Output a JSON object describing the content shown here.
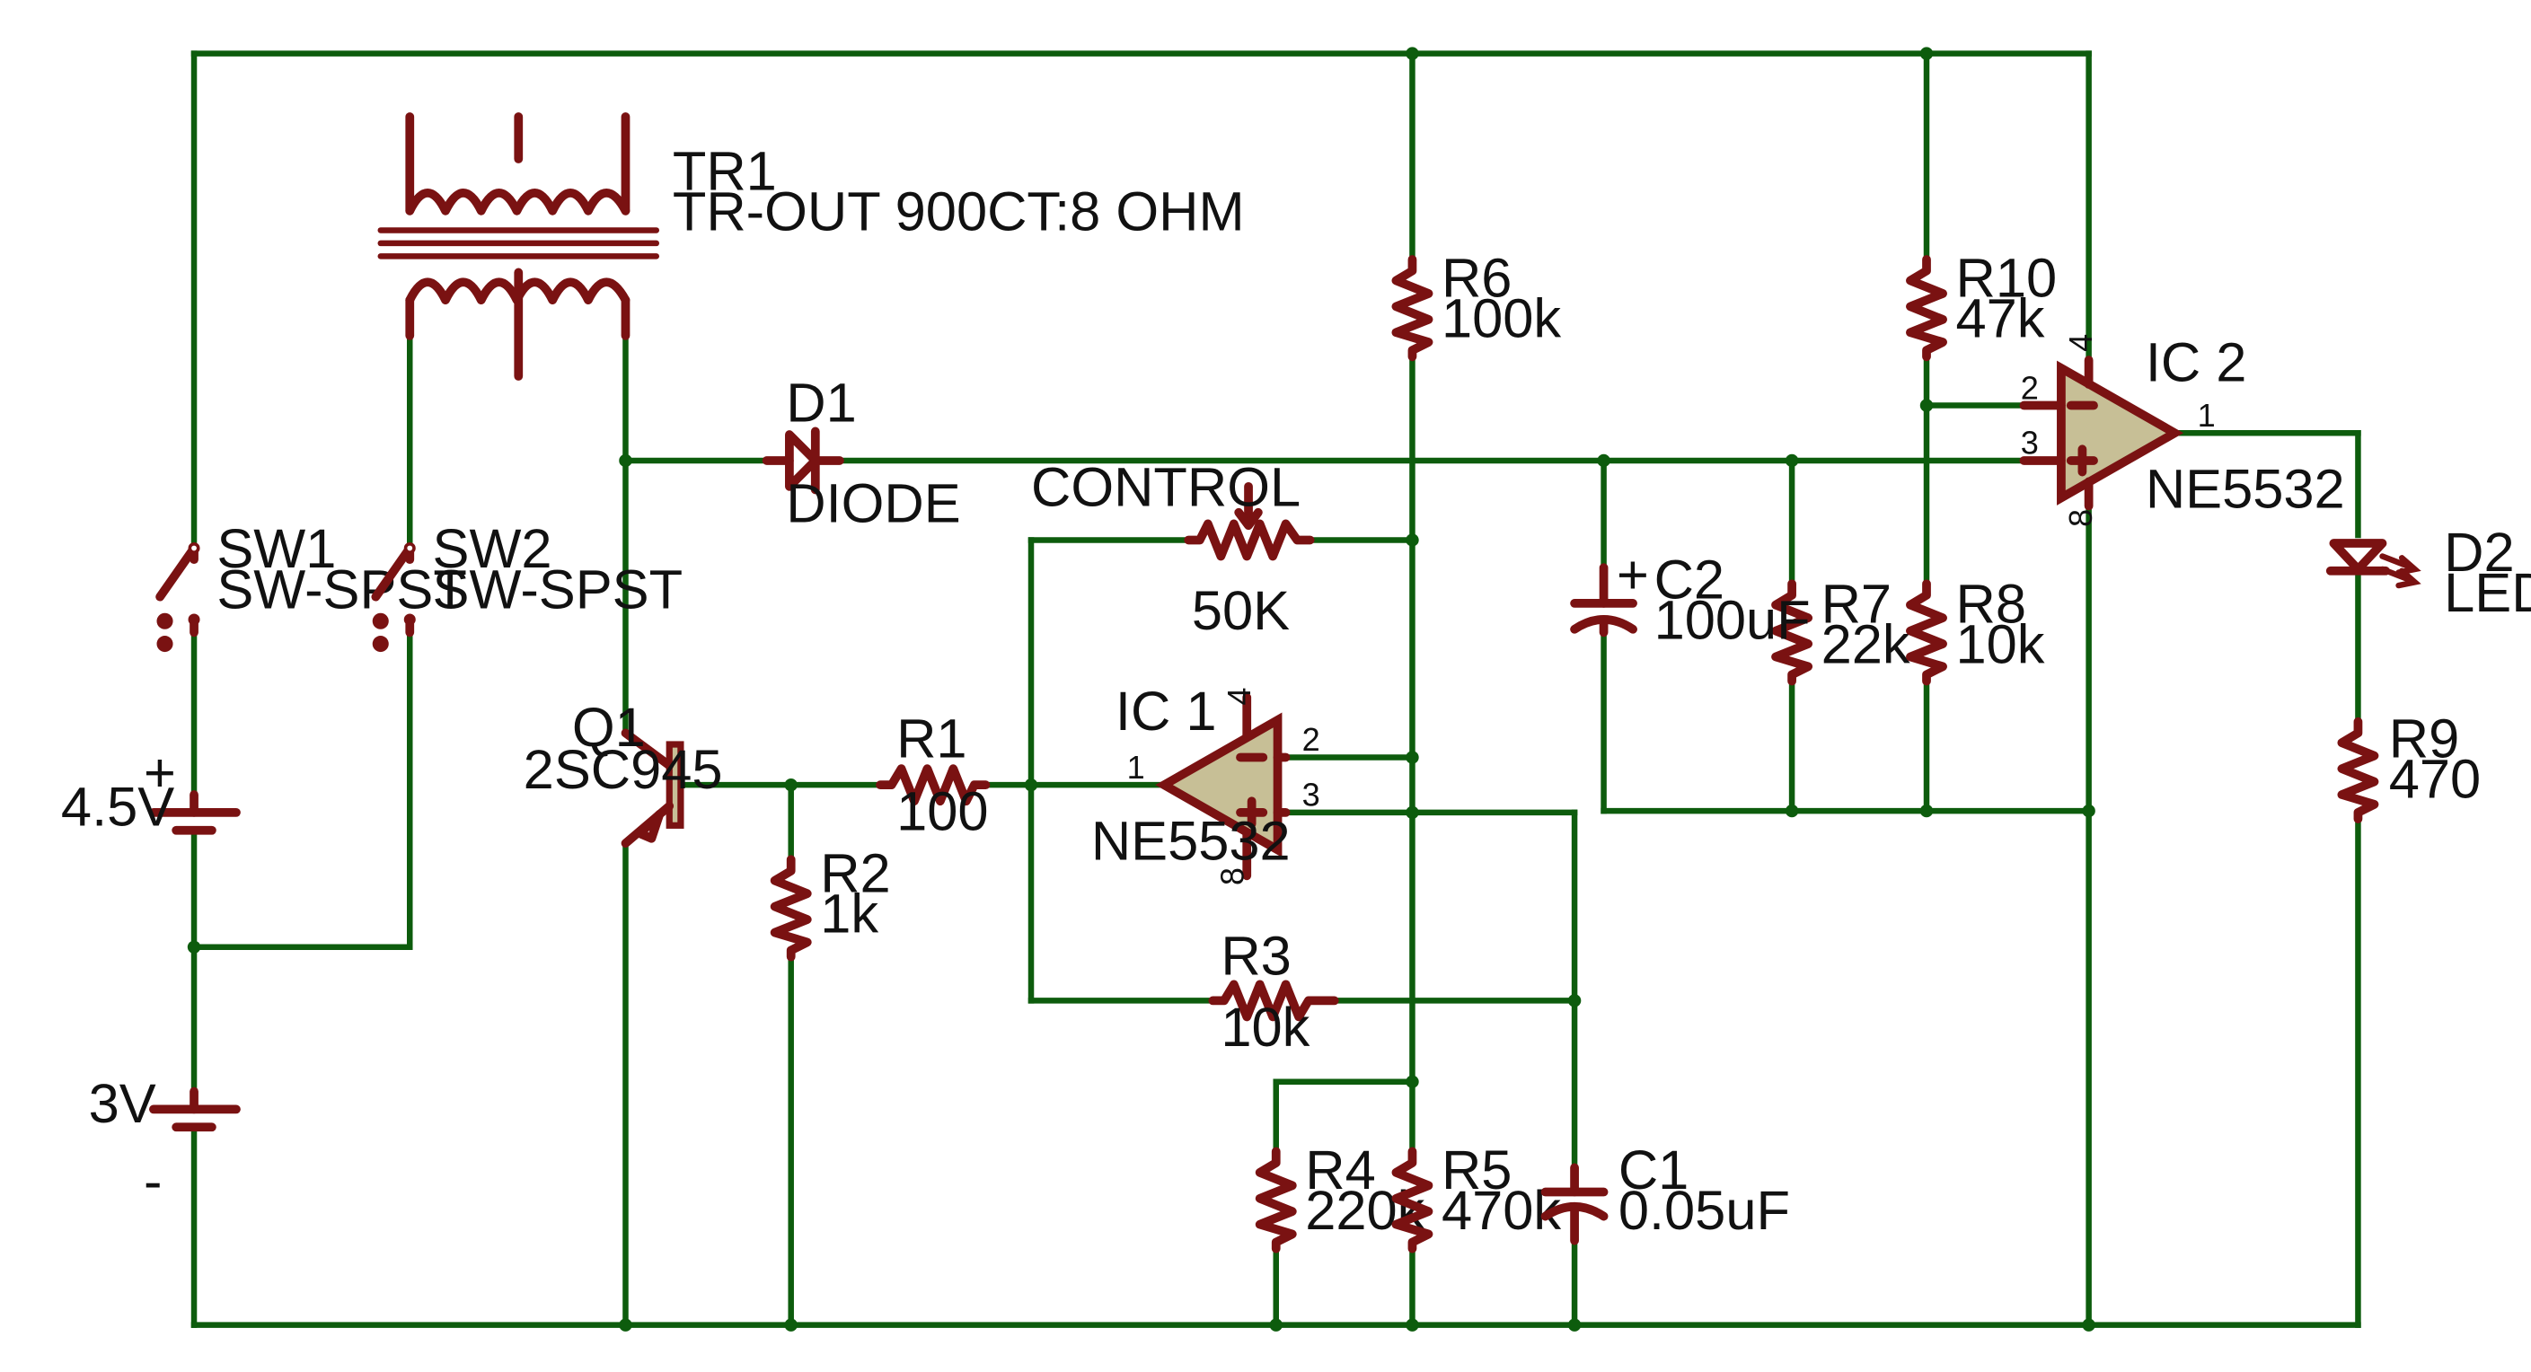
{
  "components": {
    "tr1": {
      "ref": "TR1",
      "value": "TR-OUT 900CT:8 OHM"
    },
    "sw1": {
      "ref": "SW1",
      "value": "SW-SPST"
    },
    "sw2": {
      "ref": "SW2",
      "value": "SW-SPST"
    },
    "d1": {
      "ref": "D1",
      "value": "DIODE"
    },
    "control": {
      "label": "CONTROL",
      "value": "50K"
    },
    "r6": {
      "ref": "R6",
      "value": "100k"
    },
    "r10": {
      "ref": "R10",
      "value": "47k"
    },
    "ic2": {
      "ref": "IC 2",
      "value": "NE5532",
      "pins": {
        "p4": "4",
        "p2": "2",
        "p3": "3",
        "p1": "1",
        "p8": "8"
      }
    },
    "c2": {
      "ref": "C2",
      "value": "100uF"
    },
    "r7": {
      "ref": "R7",
      "value": "22k"
    },
    "r8": {
      "ref": "R8",
      "value": "10k"
    },
    "d2": {
      "ref": "D2",
      "value": "LED"
    },
    "ic1": {
      "ref": "IC 1",
      "value": "NE5532",
      "pins": {
        "p4": "4",
        "p2": "2",
        "p3": "3",
        "p1": "1",
        "p8": "8"
      }
    },
    "q1": {
      "ref": "Q1",
      "value": "2SC945"
    },
    "r1": {
      "ref": "R1",
      "value": "100"
    },
    "r2": {
      "ref": "R2",
      "value": "1k"
    },
    "r9": {
      "ref": "R9",
      "value": "470"
    },
    "r3": {
      "ref": "R3",
      "value": "10k"
    },
    "r4": {
      "ref": "R4",
      "value": "220k"
    },
    "r5": {
      "ref": "R5",
      "value": "470k"
    },
    "c1": {
      "ref": "C1",
      "value": "0.05uF"
    },
    "bat1": {
      "value": "4.5V",
      "plus": "+"
    },
    "bat2": {
      "value": "3V",
      "minus": "-"
    }
  },
  "colors": {
    "wire": "#0d5c0d",
    "component": "#7a1212",
    "opamp_fill": "#c7bf96"
  }
}
